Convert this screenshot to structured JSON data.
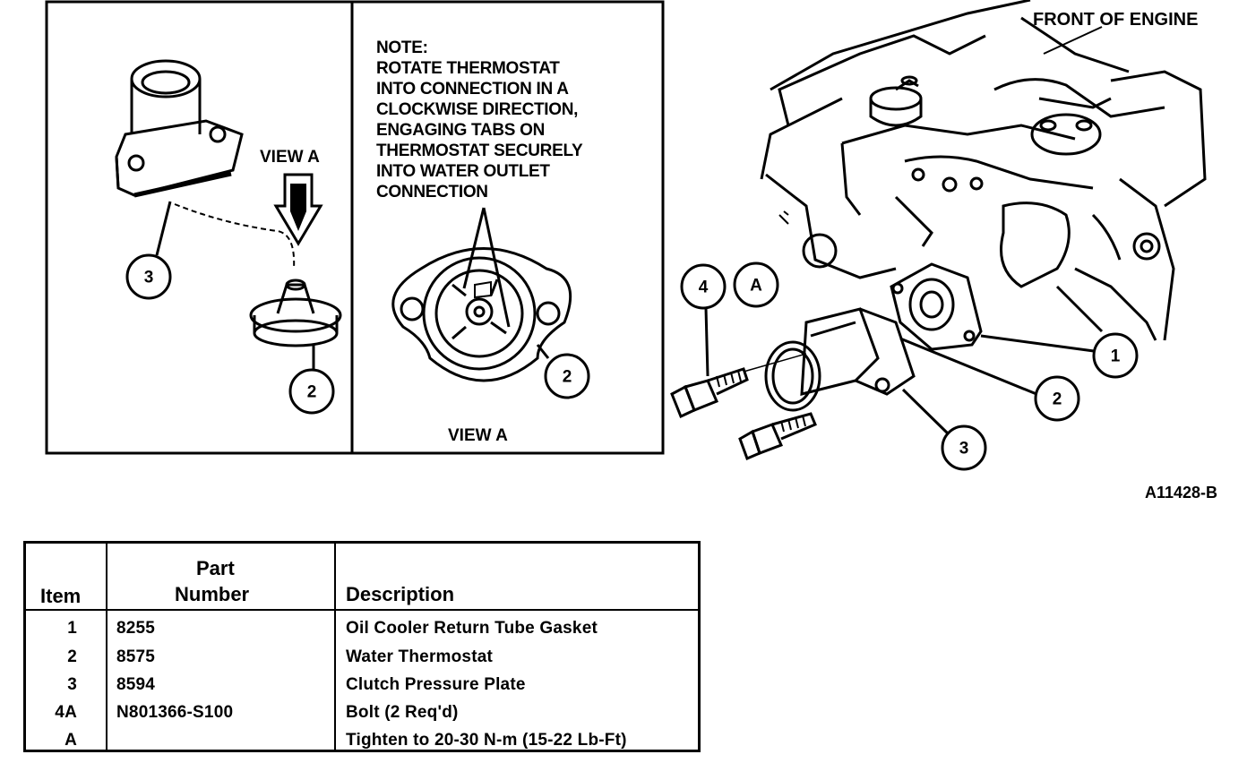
{
  "diagram": {
    "front_of_engine": "FRONT OF ENGINE",
    "figure_code": "A11428-B",
    "view_a_label": "VIEW A",
    "view_a_caption": "VIEW A",
    "note_lines": [
      "NOTE:",
      "ROTATE THERMOSTAT",
      "INTO CONNECTION IN A",
      "CLOCKWISE DIRECTION,",
      "ENGAGING TABS ON",
      "THERMOSTAT SECURELY",
      "INTO WATER OUTLET",
      "CONNECTION"
    ],
    "callouts": {
      "left_3": "3",
      "left_2": "2",
      "mid_2": "2",
      "right_4": "4",
      "right_A": "A",
      "right_1": "1",
      "right_2": "2",
      "right_3": "3"
    }
  },
  "table": {
    "headers": {
      "item": "Item",
      "part_number_line1": "Part",
      "part_number_line2": "Number",
      "description": "Description"
    },
    "rows": [
      {
        "item": "1",
        "part": "8255",
        "description": "Oil Cooler Return Tube Gasket"
      },
      {
        "item": "2",
        "part": "8575",
        "description": "Water Thermostat"
      },
      {
        "item": "3",
        "part": "8594",
        "description": "Clutch Pressure Plate"
      },
      {
        "item": "4A",
        "part": "N801366-S100",
        "description": "Bolt (2 Req'd)"
      },
      {
        "item": "A",
        "part": "",
        "description": "Tighten to 20-30 N-m (15-22 Lb-Ft)"
      }
    ]
  }
}
